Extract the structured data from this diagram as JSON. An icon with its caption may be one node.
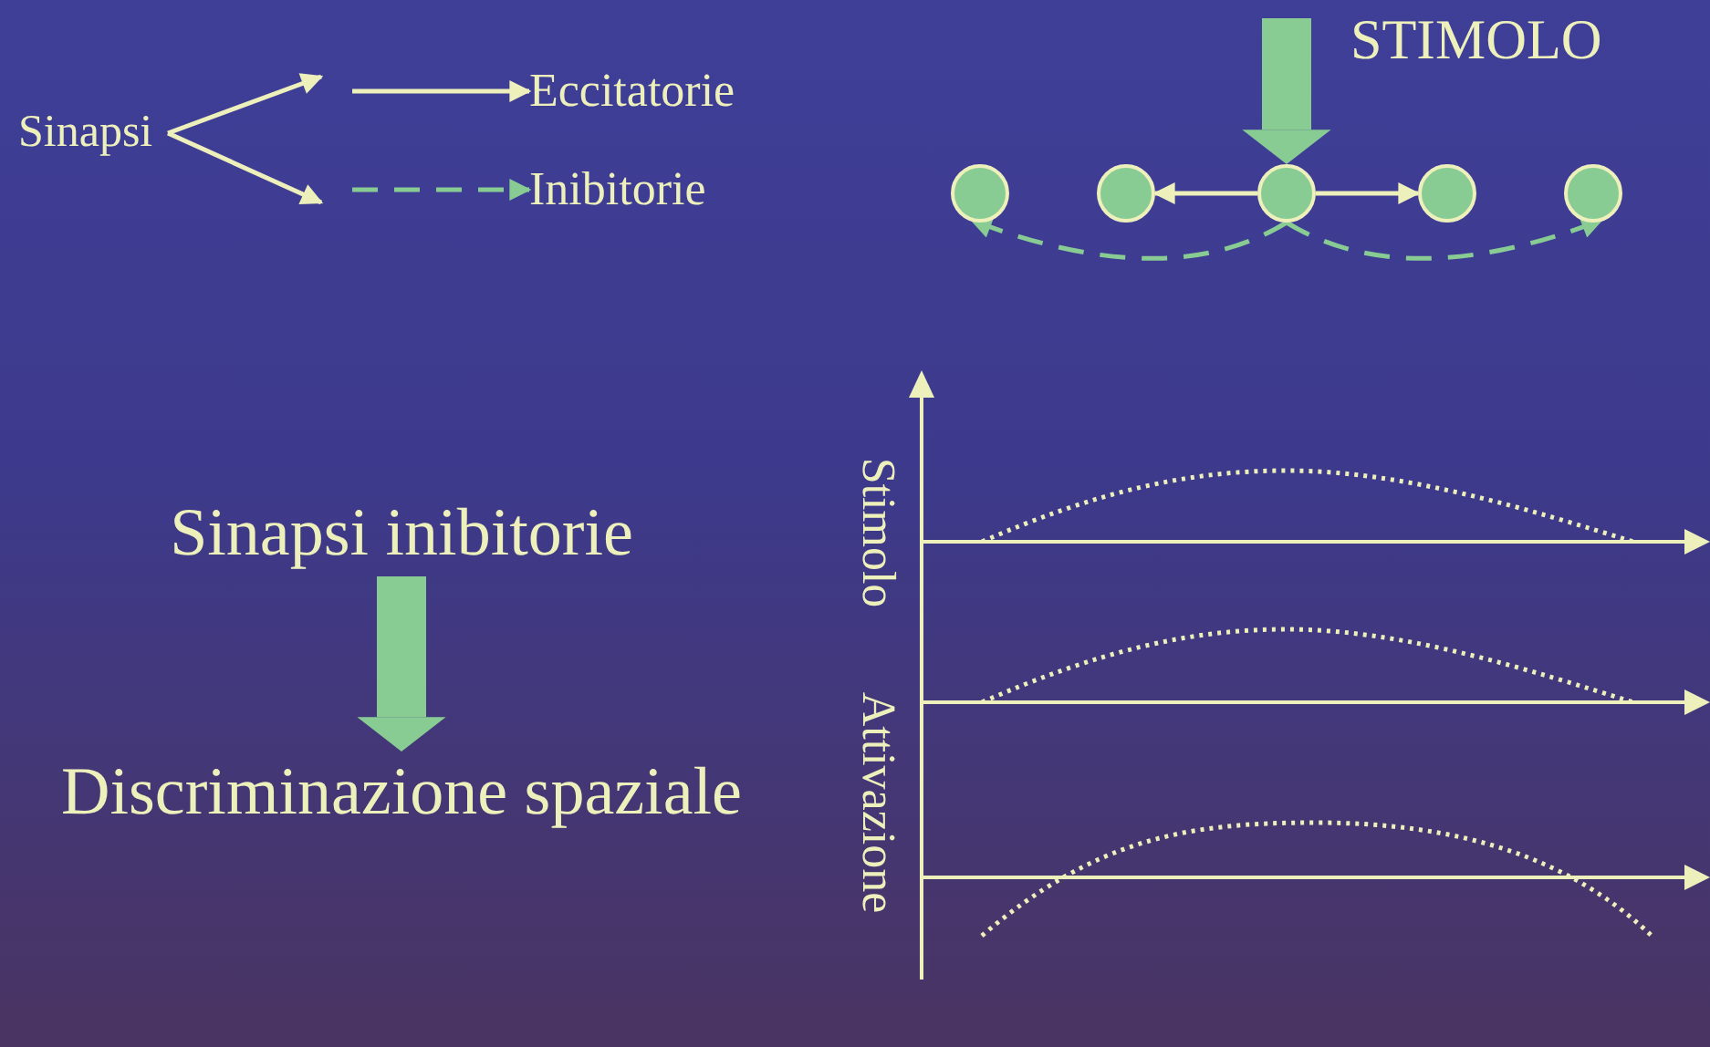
{
  "diagram": {
    "nodes": [
      {
        "text": [
          "Sinapsi"
        ]
      },
      {
        "text": [
          "Eccitatorie"
        ]
      },
      {
        "text": [
          "Inibitorie"
        ]
      },
      {
        "text": [],
        "shape": "circle"
      },
      {
        "text": [],
        "shape": "circle"
      },
      {
        "text": [],
        "shape": "circle"
      },
      {
        "text": [],
        "shape": "circle"
      },
      {
        "text": [],
        "shape": "circle"
      },
      {
        "text": [
          "Sinapsi inibitorie"
        ]
      },
      {
        "text": [
          "Discriminazione spaziale"
        ]
      }
    ],
    "edges": [
      {
        "from": 0,
        "to": null,
        "arrow": "to"
      },
      {
        "from": 0,
        "to": null,
        "arrow": "to"
      },
      {
        "from": null,
        "to": 1,
        "arrow": "to"
      },
      {
        "from": null,
        "to": 2,
        "arrow": "to",
        "style": "dashed",
        "color": "#88cc94"
      },
      {
        "from": null,
        "to": 5,
        "arrow": "to",
        "label": "STIMOLO",
        "style": "thick",
        "color": "#88cc94"
      },
      {
        "from": 5,
        "to": 4,
        "arrow": "to"
      },
      {
        "from": 5,
        "to": 6,
        "arrow": "to"
      },
      {
        "from": 5,
        "to": 3,
        "arrow": "to",
        "style": "dashed",
        "color": "#88cc94"
      },
      {
        "from": 5,
        "to": 7,
        "arrow": "to",
        "style": "dashed",
        "color": "#88cc94"
      },
      {
        "from": 8,
        "to": 9,
        "arrow": "to",
        "style": "thick",
        "color": "#88cc94"
      }
    ],
    "labels": [
      "Stimolo",
      "Attivazione"
    ]
  }
}
